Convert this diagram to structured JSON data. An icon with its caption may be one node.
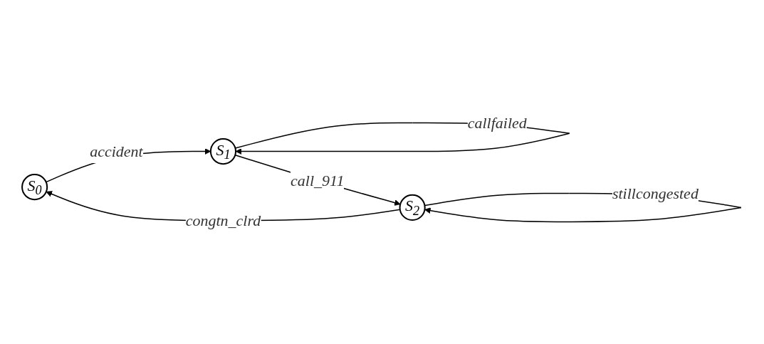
{
  "diagram": {
    "nodes": [
      {
        "text": [
          "S$_{0}$"
        ]
      },
      {
        "text": [
          "S$_{1}$"
        ]
      },
      {
        "text": [
          "S$_{2}$"
        ]
      }
    ],
    "edges": [
      {
        "from": 0,
        "to": 1,
        "arrow": "to",
        "label": "accident"
      },
      {
        "from": 1,
        "to": 1,
        "arrow": "to",
        "label": "callfailed"
      },
      {
        "from": 1,
        "to": 2,
        "arrow": "to",
        "label": "call_911"
      },
      {
        "from": 2,
        "to": 2,
        "arrow": "to",
        "label": "stillcongested"
      },
      {
        "from": 2,
        "to": 0,
        "arrow": "to",
        "label": "congtn_clrd"
      }
    ]
  }
}
